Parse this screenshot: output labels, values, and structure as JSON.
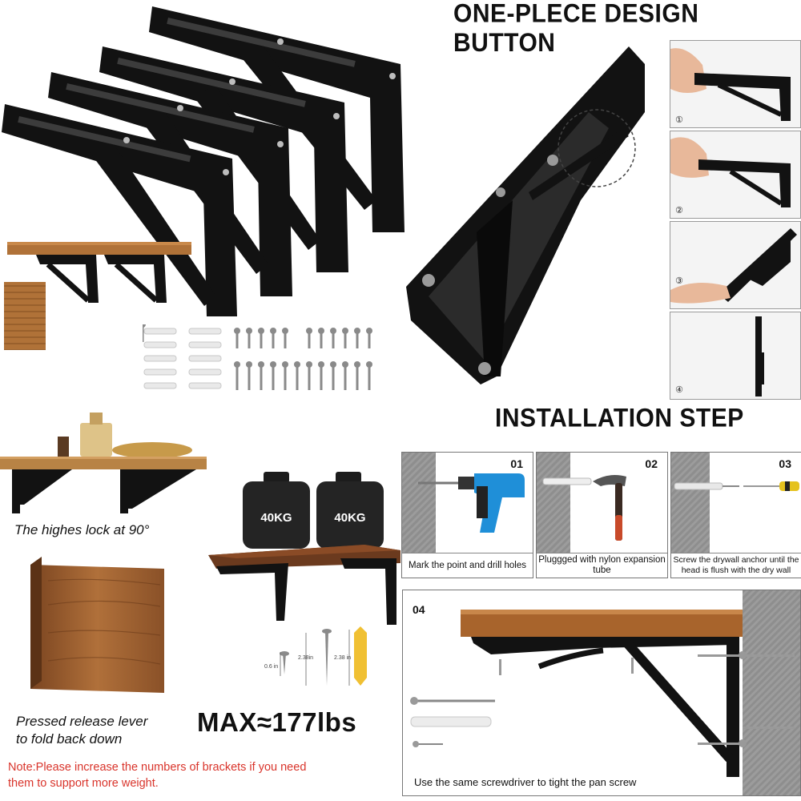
{
  "headings": {
    "design": "ONE-PLECE DESIGN BUTTON",
    "install": "INSTALLATION STEP"
  },
  "fold_steps": [
    {
      "num": "①"
    },
    {
      "num": "②"
    },
    {
      "num": "③"
    },
    {
      "num": "④"
    }
  ],
  "features": {
    "lock_caption": "The highes lock at 90°",
    "release_caption_1": "Pressed release lever",
    "release_caption_2": "to fold back down",
    "weight_label_1": "40KG",
    "weight_label_2": "40KG",
    "max_load": "MAX≈177lbs",
    "note_1": "Note:Please increase the numbers of brackets if you need",
    "note_2": "them to support more weight."
  },
  "hardware_dims": {
    "short": "0.6 in",
    "mid": "2.38in",
    "long": "2.38 in"
  },
  "install_steps": [
    {
      "num": "01",
      "caption": "Mark the point and drill holes"
    },
    {
      "num": "02",
      "caption": "Pluggged with nylon expansion tube"
    },
    {
      "num": "03",
      "caption": "Screw the drywall anchor until the head is flush with the dry wall"
    },
    {
      "num": "04",
      "caption": "Use the same screwdriver to tight the pan screw"
    }
  ],
  "colors": {
    "bracket": "#121212",
    "wood": "#a4672f",
    "note_red": "#d9342b",
    "drill_blue": "#1f8fd8"
  }
}
